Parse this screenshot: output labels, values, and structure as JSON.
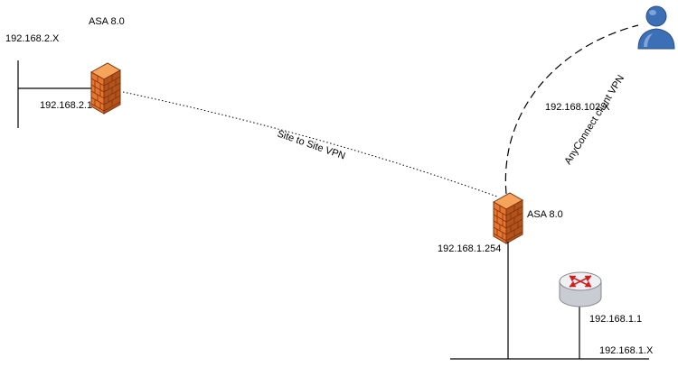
{
  "labels": {
    "left_net": "192.168.2.X",
    "left_fw_title": "ASA 8.0",
    "left_fw_ip": "192.168.2.1",
    "vpn_link": "Site to Site VPN",
    "client_net": "192.168.102.X",
    "client_link": "AnyConnect client VPN",
    "right_fw_title": "ASA 8.0",
    "right_fw_ip": "192.168.1.254",
    "router_ip": "192.168.1.1",
    "right_net": "192.168.1.X"
  },
  "colors": {
    "firewall_top": "#f6a35c",
    "firewall_front": "#e8742e",
    "firewall_side": "#b4521c",
    "brick_mortar": "#7a3510",
    "router_body": "#c9ccd3",
    "router_top": "#eef0f3",
    "router_arrows": "#d21e1e",
    "user_body": "#3d6fb6",
    "user_highlight": "#8fb3e3",
    "lines": "#000000"
  },
  "icons": {
    "left_firewall": "firewall-icon",
    "right_firewall": "firewall-icon",
    "router": "router-icon",
    "client": "user-icon"
  }
}
